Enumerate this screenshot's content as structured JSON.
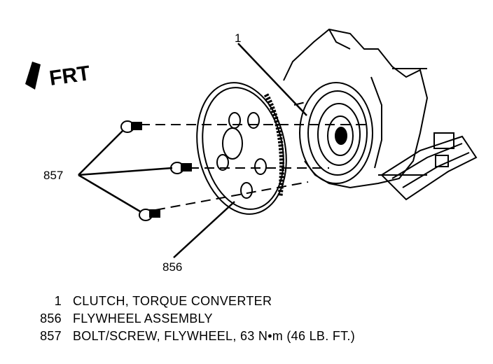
{
  "diagram": {
    "front_indicator": "FRT",
    "callouts": {
      "clutch": "1",
      "flywheel": "856",
      "bolts": "857"
    }
  },
  "legend": [
    {
      "num": "1",
      "text": "CLUTCH, TORQUE CONVERTER"
    },
    {
      "num": "856",
      "text": "FLYWHEEL ASSEMBLY"
    },
    {
      "num": "857",
      "text": "BOLT/SCREW, FLYWHEEL, 63 N•m (46 LB. FT.)"
    }
  ]
}
